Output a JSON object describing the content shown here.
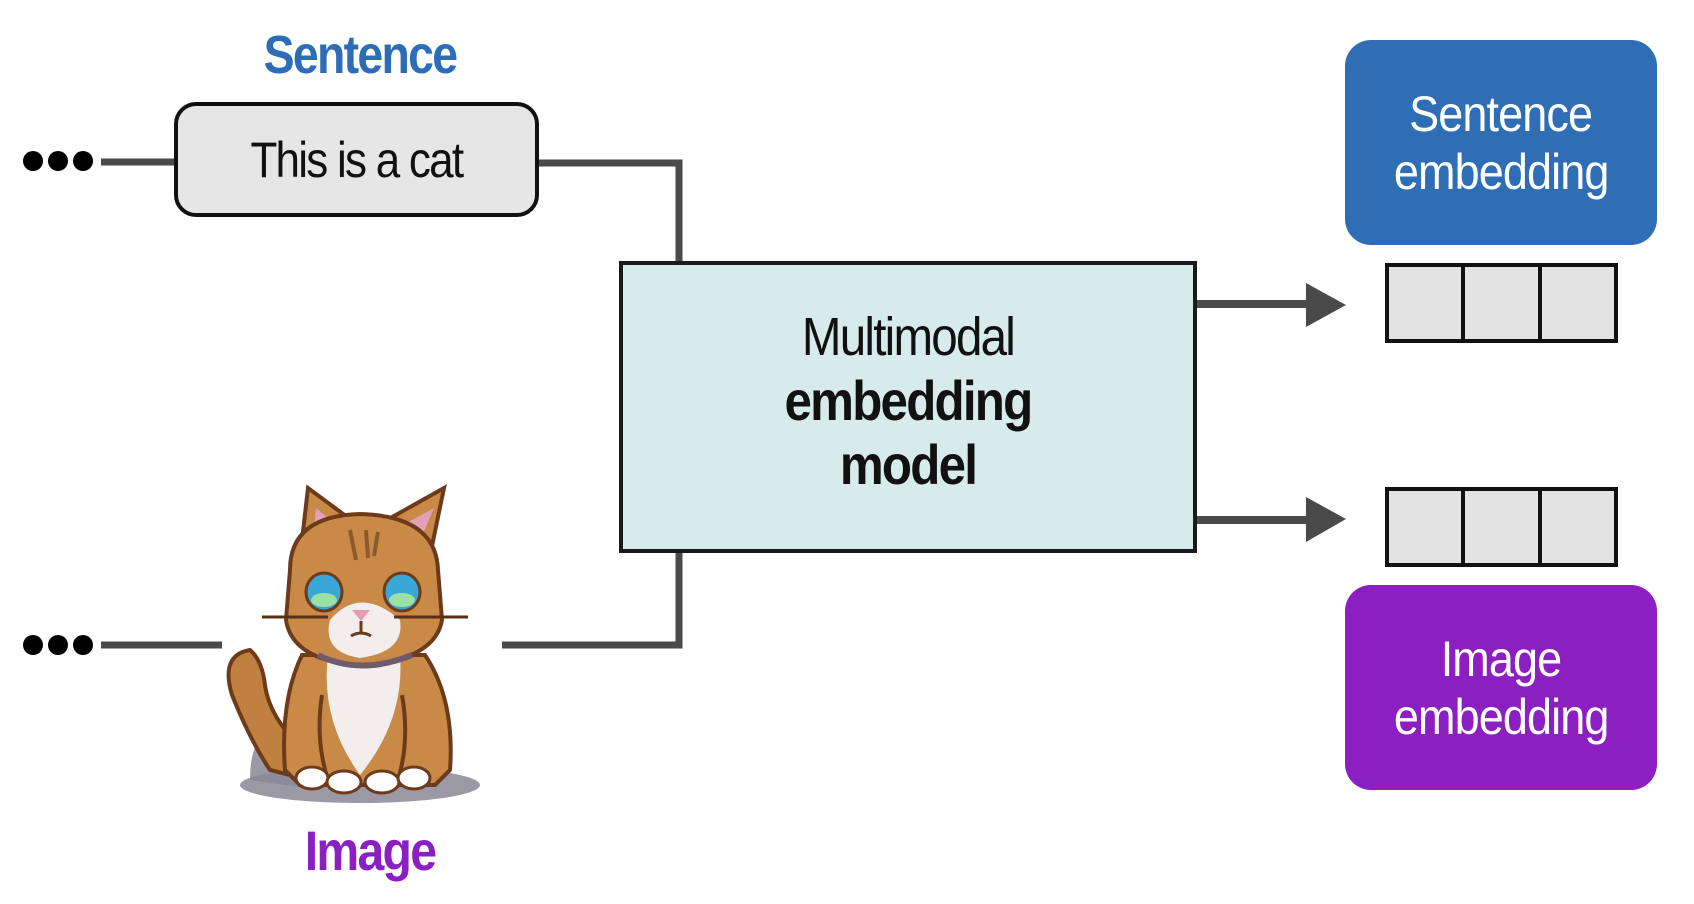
{
  "diagram": {
    "inputs": {
      "sentence": {
        "label": "Sentence",
        "text": "This is a cat",
        "label_color": "#2d6db8"
      },
      "image": {
        "label": "Image",
        "content": "pixel-art cat",
        "label_color": "#8a1fc2"
      },
      "continuation_marker": "•••"
    },
    "model": {
      "line1": "Multimodal",
      "line2": "embedding",
      "line3": "model",
      "icon": "vector-space-icon",
      "fill_color": "#d7ebea"
    },
    "outputs": {
      "sentence_embedding": {
        "line1": "Sentence",
        "line2": "embedding",
        "color": "#2f6eb5",
        "vector_cells": 3
      },
      "image_embedding": {
        "line1": "Image",
        "line2": "embedding",
        "color": "#8b1fc2",
        "vector_cells": 3
      }
    }
  }
}
